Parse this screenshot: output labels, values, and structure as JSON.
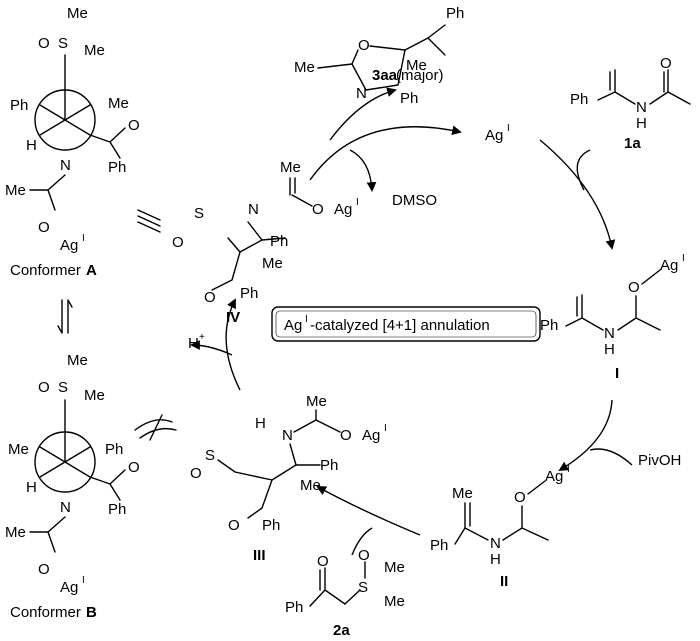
{
  "center_box": {
    "label": "Ag",
    "sup": "I",
    "rest": "-catalyzed [4+1] annulation"
  },
  "product": {
    "id": "3aa",
    "note": "(major)",
    "ph": "Ph",
    "me1": "Me",
    "me2": "Me",
    "o_ring": "O",
    "n_ring": "N",
    "ph2": "Ph"
  },
  "ag_top": {
    "text": "Ag",
    "sup": "I"
  },
  "dmso": "DMSO",
  "sub_1a": {
    "id": "1a",
    "ph": "Ph",
    "nh": "N",
    "h": "H",
    "o": "O"
  },
  "int_I": {
    "id": "I",
    "ph": "Ph",
    "n": "N",
    "h": "H",
    "o": "O",
    "ag": "Ag",
    "sup": "I"
  },
  "pivoh": "PivOH",
  "int_II": {
    "id": "II",
    "ph": "Ph",
    "me": "Me",
    "n": "N",
    "h": "H",
    "o": "O",
    "ag": "Ag",
    "sup": "I"
  },
  "sub_2a": {
    "id": "2a",
    "ph": "Ph",
    "o1": "O",
    "o2": "O",
    "s": "S",
    "me1": "Me",
    "me2": "Me"
  },
  "int_III": {
    "id": "III",
    "h": "H",
    "n": "N",
    "me": "Me",
    "o": "O",
    "ag": "Ag",
    "sup": "I",
    "s": "S",
    "o2": "O",
    "ph": "Ph",
    "me2": "Me",
    "ph2": "Ph"
  },
  "hplus": "H",
  "int_IV": {
    "id": "IV",
    "me": "Me",
    "n": "N",
    "o": "O",
    "ag": "Ag",
    "sup": "I",
    "s": "S",
    "o2": "O",
    "ph": "Ph",
    "me2": "Me",
    "ph2": "Ph"
  },
  "conformer_A": {
    "label": "Conformer",
    "id": "A",
    "me": "Me",
    "s": "S",
    "o": "O",
    "ph": "Ph",
    "me2": "Me",
    "h": "H",
    "n": "N",
    "o2": "O",
    "ph2": "Ph",
    "ag": "Ag",
    "sup": "I"
  },
  "conformer_B": {
    "label": "Conformer",
    "id": "B",
    "me": "Me",
    "s": "S",
    "o": "O",
    "ph": "Ph",
    "me2": "Me",
    "h": "H",
    "n": "N",
    "o2": "O",
    "ph2": "Ph",
    "ag": "Ag",
    "sup": "I"
  }
}
